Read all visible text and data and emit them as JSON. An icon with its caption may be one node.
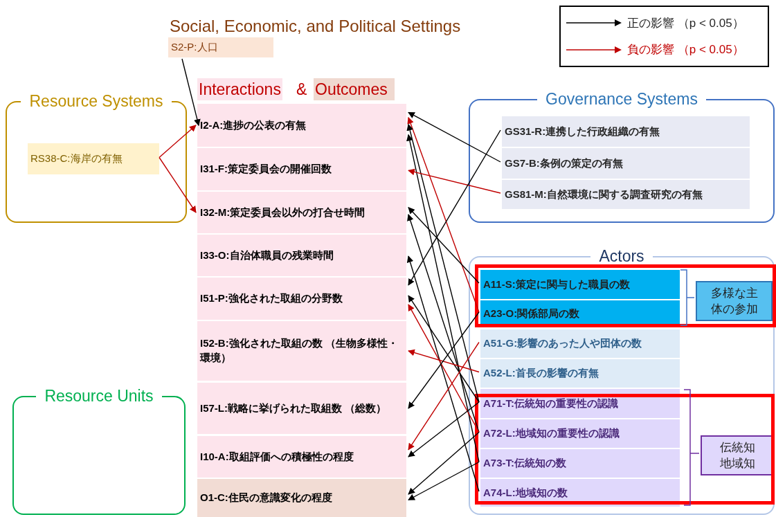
{
  "diagram": {
    "nodes": [
      {
        "text": [
          "Resource Systems"
        ]
      },
      {
        "text": [
          "RS38-C:海岸の有無"
        ],
        "in": 0
      },
      {
        "text": [
          "Resource Units"
        ]
      },
      {
        "text": [
          "S2-P:人口"
        ]
      },
      {
        "text": [
          "I2-A:進捗の公表の有無"
        ]
      },
      {
        "text": [
          "I31-F:策定委員会の開催回数"
        ]
      },
      {
        "text": [
          "I32-M:策定委員会以外の打合せ時間"
        ]
      },
      {
        "text": [
          "I33-O:自治体職員の残業時間"
        ]
      },
      {
        "text": [
          "I51-P:強化された取組の分野数"
        ]
      },
      {
        "text": [
          "I52-B:強化された取組の数 （生物多様性・環境）"
        ]
      },
      {
        "text": [
          "I57-L:戦略に挙げられた取組数 （総数）"
        ]
      },
      {
        "text": [
          "I10-A:取組評価への積極性の程度"
        ]
      },
      {
        "text": [
          "O1-C:住民の意識変化の程度"
        ]
      },
      {
        "text": [
          "Governance Systems"
        ]
      },
      {
        "text": [
          "GS31-R:連携した行政組織の有無"
        ],
        "in": 13
      },
      {
        "text": [
          "GS7-B:条例の策定の有無"
        ],
        "in": 13
      },
      {
        "text": [
          "GS81-M:自然環境に関する調査研究の有無"
        ],
        "in": 13
      },
      {
        "text": [
          "Actors"
        ]
      },
      {
        "text": [
          "A11-S:策定に関与した職員の数"
        ],
        "in": 17
      },
      {
        "text": [
          "A23-O:関係部局の数"
        ],
        "in": 17
      },
      {
        "text": [
          "A51-G:影響のあった人や団体の数"
        ],
        "in": 17
      },
      {
        "text": [
          "A52-L:首長の影響の有無"
        ],
        "in": 17
      },
      {
        "text": [
          "A71-T:伝統知の重要性の認識"
        ],
        "in": 17
      },
      {
        "text": [
          "A72-L:地域知の重要性の認識"
        ],
        "in": 17
      },
      {
        "text": [
          "A73-T:伝統知の数"
        ],
        "in": 17
      },
      {
        "text": [
          "A74-L:地域知の数"
        ],
        "in": 17
      },
      {
        "text": [
          "多様な主体の参加"
        ],
        "in": 17
      },
      {
        "text": [
          "伝統知地域知"
        ],
        "in": 17
      }
    ],
    "edges": [
      {
        "from": 3,
        "to": 4,
        "arrow": "to"
      },
      {
        "from": 1,
        "to": 4,
        "arrow": "to",
        "color": "#c00000"
      },
      {
        "from": 1,
        "to": 6,
        "arrow": "to",
        "color": "#c00000"
      },
      {
        "from": 15,
        "to": 4,
        "arrow": "to"
      },
      {
        "from": 19,
        "to": 4,
        "arrow": "to",
        "color": "#c00000"
      },
      {
        "from": 22,
        "to": 4,
        "arrow": "to"
      },
      {
        "from": 24,
        "to": 4,
        "arrow": "to"
      },
      {
        "from": 16,
        "to": 5,
        "arrow": "to",
        "color": "#c00000"
      },
      {
        "from": 18,
        "to": 6,
        "arrow": "to"
      },
      {
        "from": 23,
        "to": 6,
        "arrow": "to"
      },
      {
        "from": 25,
        "to": 7,
        "arrow": "to"
      },
      {
        "from": 14,
        "to": 8,
        "arrow": "to"
      },
      {
        "from": 22,
        "to": 8,
        "arrow": "to"
      },
      {
        "from": 23,
        "to": 8,
        "arrow": "to",
        "color": "#c00000"
      },
      {
        "from": 21,
        "to": 9,
        "arrow": "to",
        "color": "#c00000"
      },
      {
        "from": 19,
        "to": 10,
        "arrow": "to"
      },
      {
        "from": 20,
        "to": 11,
        "arrow": "to",
        "color": "#c00000"
      },
      {
        "from": 22,
        "to": 11,
        "arrow": "to"
      },
      {
        "from": 23,
        "to": 12,
        "arrow": "to"
      },
      {
        "from": 24,
        "to": 12,
        "arrow": "to"
      }
    ],
    "labels": [
      "Social, Economic, and Political Settings",
      "Interactions",
      "&",
      "Outcomes"
    ],
    "legend": [
      {
        "text": "正の影響 （p < 0.05）"
      },
      {
        "text": "負の影響 （p < 0.05）"
      }
    ]
  }
}
